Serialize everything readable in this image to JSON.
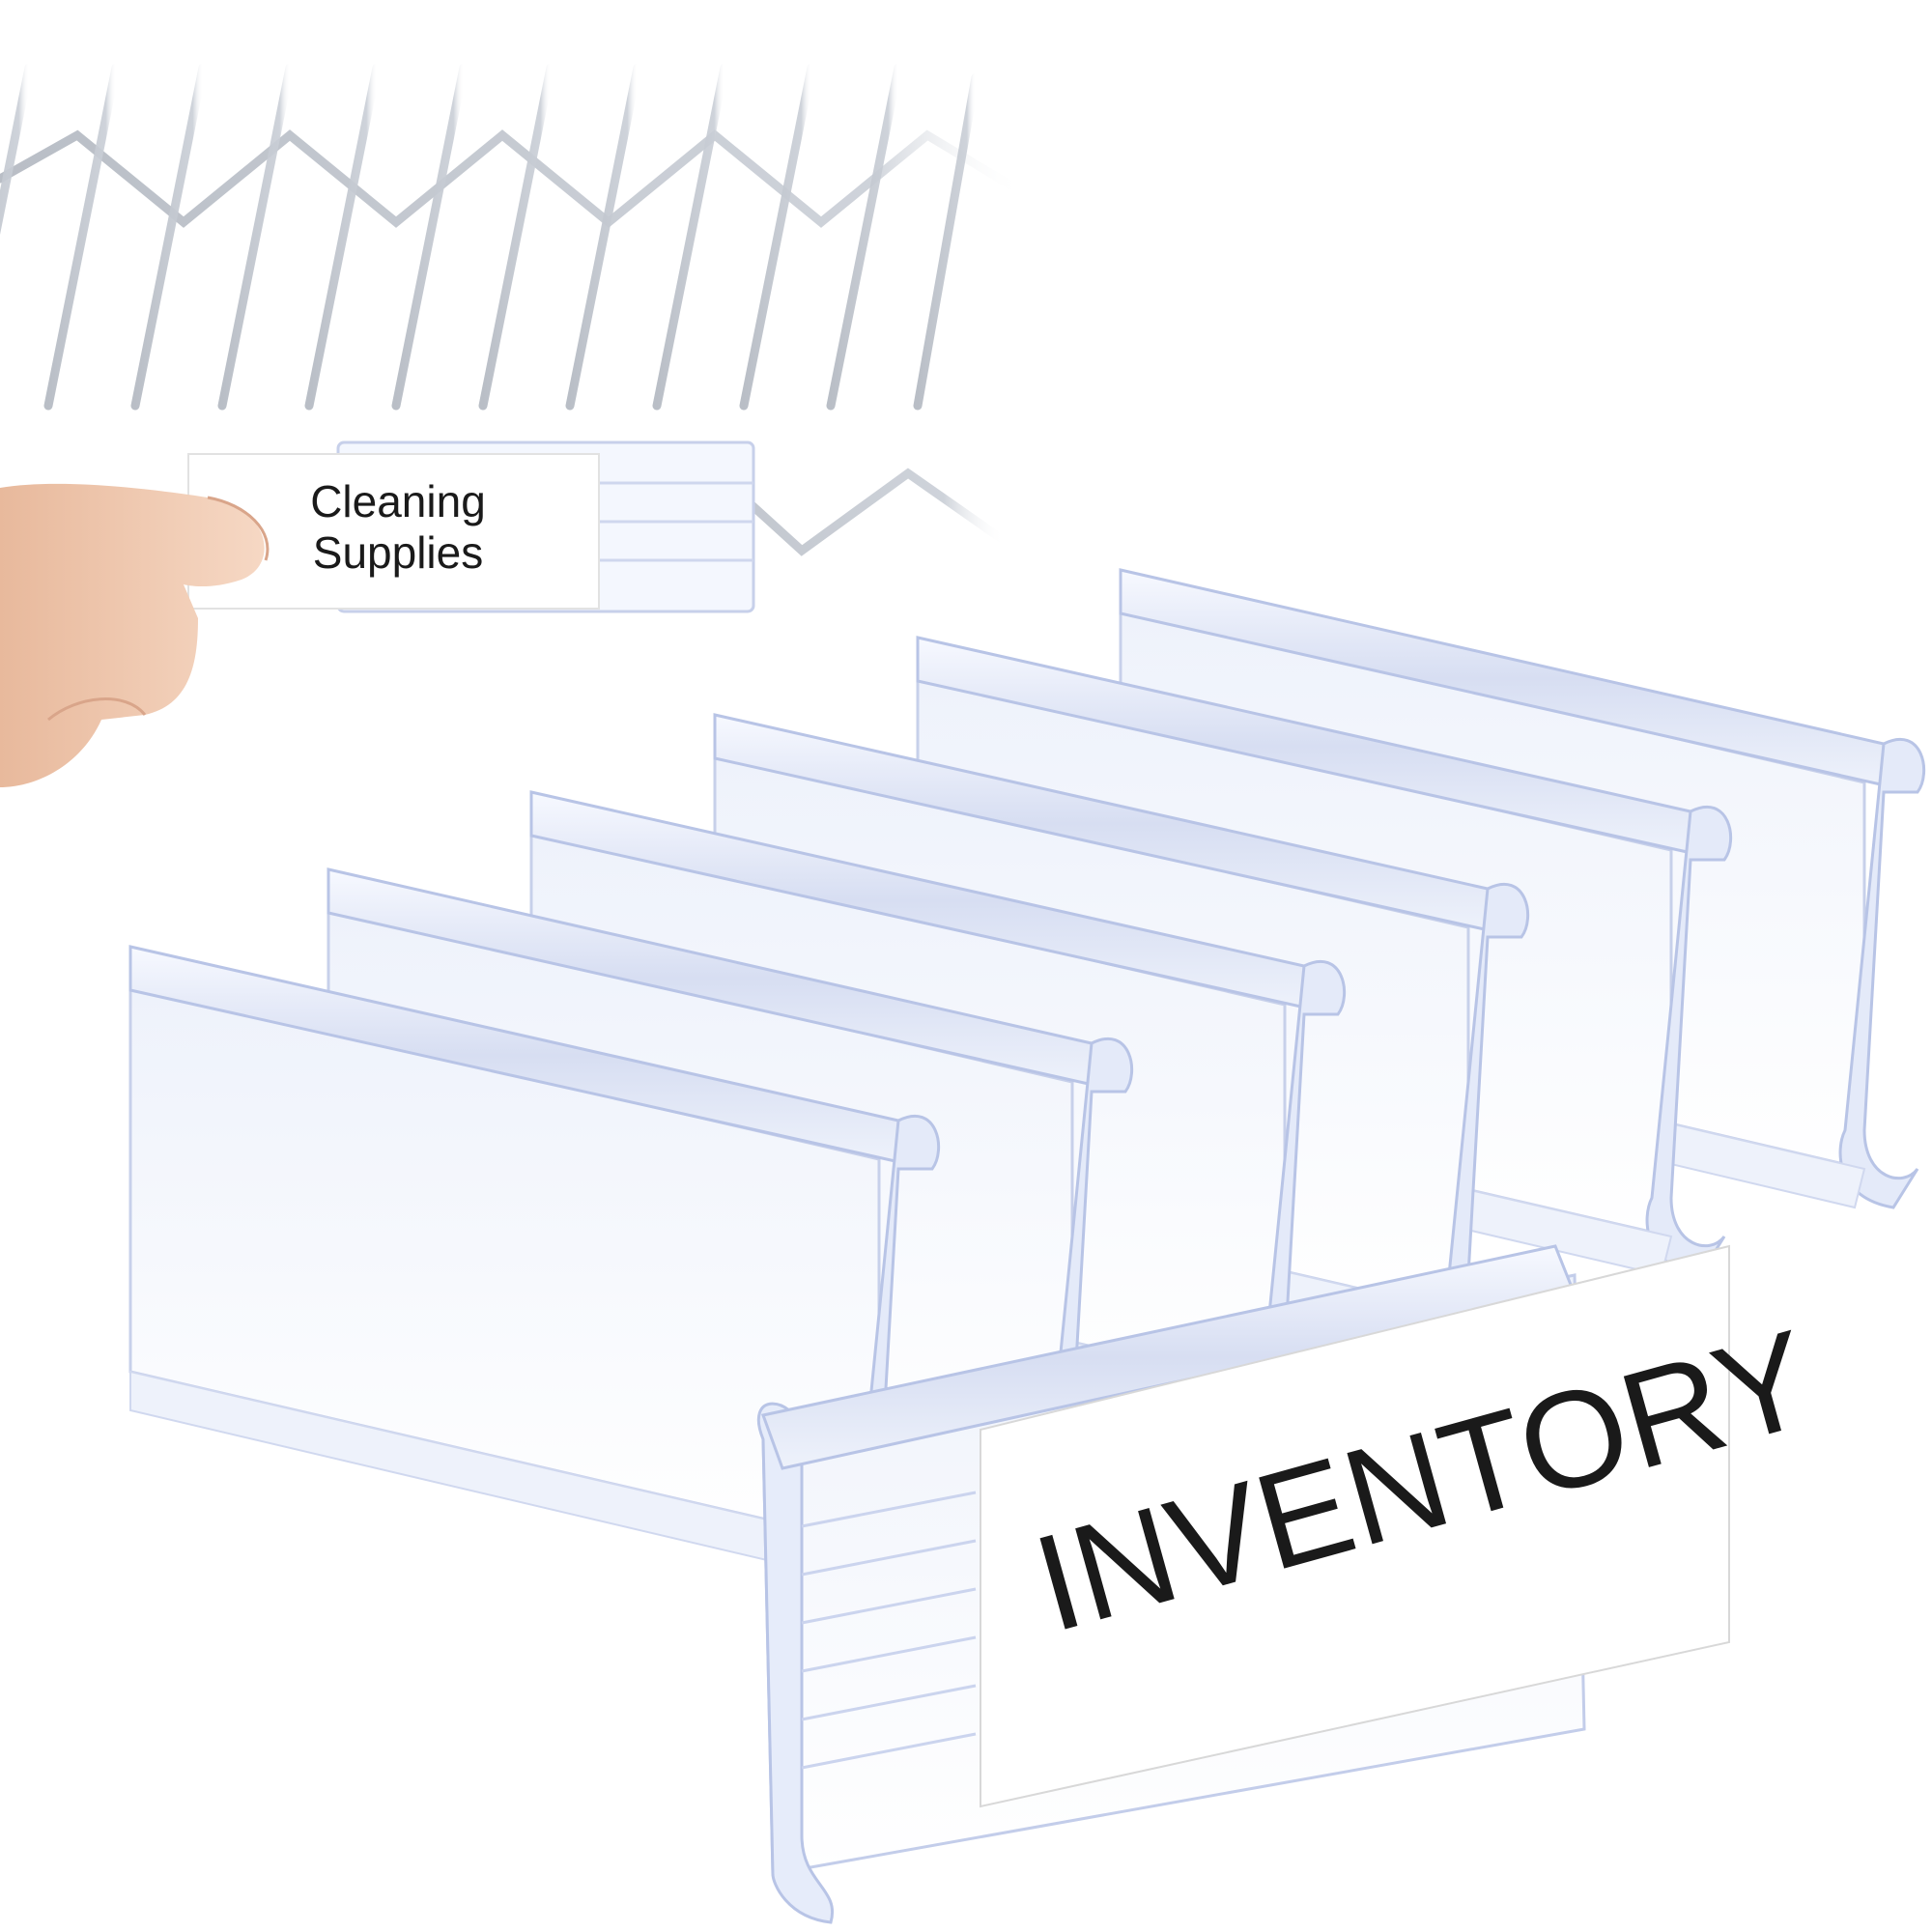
{
  "scene": {
    "description_hidden": "",
    "shelf_label": {
      "line1": "Cleaning",
      "line2": "Supplies"
    },
    "front_label": {
      "text": "INVENTORY"
    },
    "holder_count": 7,
    "colors": {
      "background": "#ffffff",
      "wire": "#c9ced6",
      "holder_tint": "#dfe6f7",
      "holder_edge": "#b8c4e6",
      "skin": "#f0c9b0",
      "text": "#1a1a1a"
    }
  }
}
